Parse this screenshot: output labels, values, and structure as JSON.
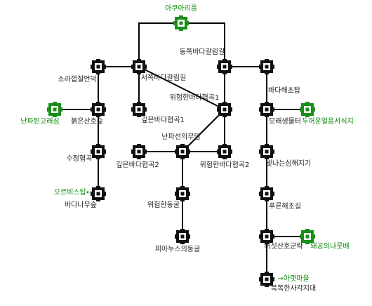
{
  "diagram": {
    "colors": {
      "node": "#111111",
      "special_node": "#1a8f1a",
      "special_label": "#0a8a0a",
      "edge": "#000000",
      "label": "#222222"
    },
    "nodes": [
      {
        "id": "top",
        "label": "아쿠아리움",
        "special": true
      },
      {
        "id": "n1",
        "label": "소라껍질언덕"
      },
      {
        "id": "n2",
        "label": "서쪽바다갈림길"
      },
      {
        "id": "n3",
        "label": "동쪽바다갈림길"
      },
      {
        "id": "n4",
        "label": "바다해초탑"
      },
      {
        "id": "g1",
        "label": "난파된고래섬",
        "special": true
      },
      {
        "id": "n5",
        "label": "붉은산호숲"
      },
      {
        "id": "n6",
        "label": "깊은바다협곡1"
      },
      {
        "id": "n7",
        "label": "위험한바다협곡1"
      },
      {
        "id": "n8",
        "label": "모래생물터"
      },
      {
        "id": "g2",
        "label": "두꺼운얼음서식지",
        "special": true
      },
      {
        "id": "n9",
        "label": "수정협곡"
      },
      {
        "id": "n10",
        "label": "깊은바다협곡2"
      },
      {
        "id": "n11",
        "label": "난파선의무덤"
      },
      {
        "id": "n12",
        "label": "위험한바다협곡2"
      },
      {
        "id": "n13",
        "label": "빛나는심해지기"
      },
      {
        "id": "n14",
        "label": "바다나무숲"
      },
      {
        "id": "n15",
        "label": "위험한동굴"
      },
      {
        "id": "n16",
        "label": "푸른해초길"
      },
      {
        "id": "n17",
        "label": "피아누스의동굴"
      },
      {
        "id": "n18",
        "label": "버섯산호군락"
      },
      {
        "id": "g3",
        "label": "돼공의나룻배",
        "special": true
      },
      {
        "id": "n19",
        "label": "북쪽한사각지대"
      }
    ],
    "extra_labels": [
      {
        "id": "orbis",
        "text": "오르비스탑←"
      },
      {
        "id": "aquaman",
        "text": "→아랫마을"
      }
    ]
  }
}
